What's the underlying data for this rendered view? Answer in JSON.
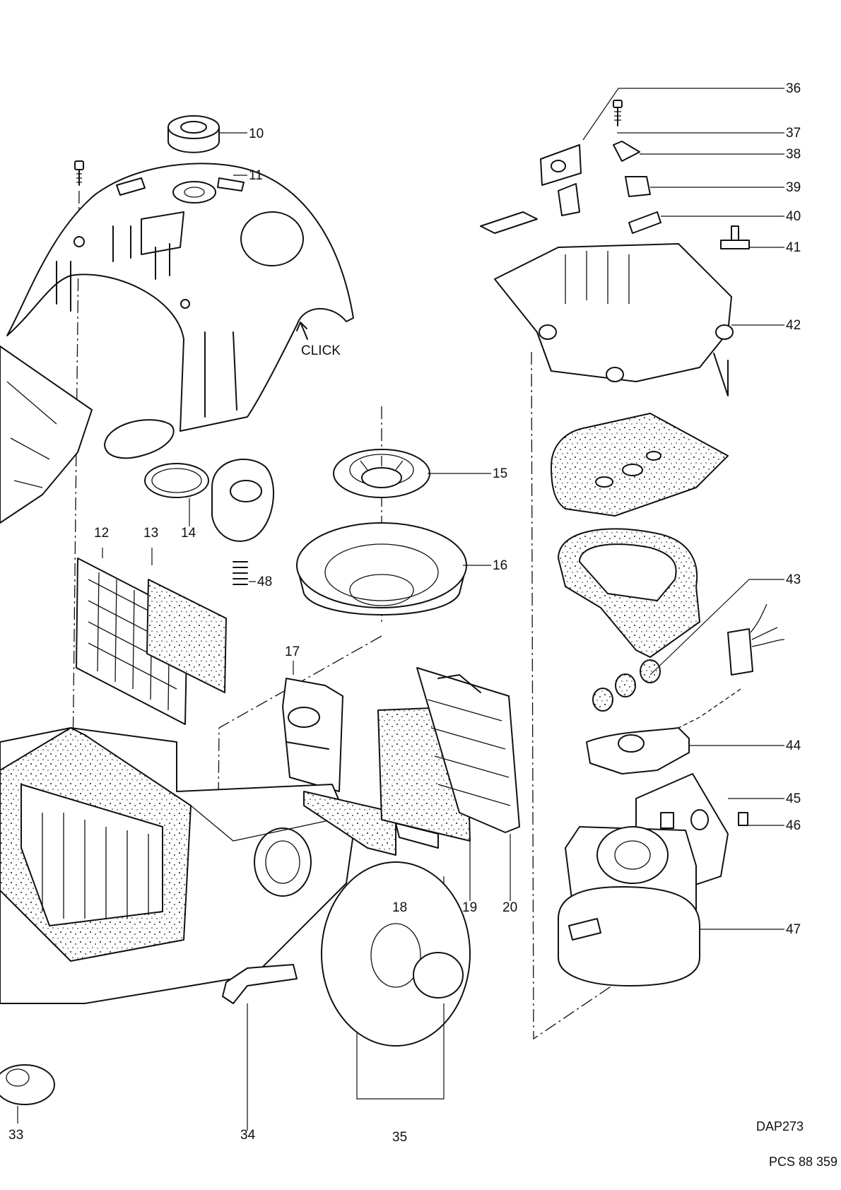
{
  "callouts": [
    "10",
    "11",
    "12",
    "13",
    "14",
    "15",
    "16",
    "17",
    "18",
    "19",
    "20",
    "33",
    "34",
    "35",
    "36",
    "37",
    "38",
    "39",
    "40",
    "41",
    "42",
    "43",
    "44",
    "45",
    "46",
    "47",
    "48"
  ],
  "annotation_click": "CLICK",
  "drawing_code": "DAP273",
  "document_code": "PCS 88 359"
}
